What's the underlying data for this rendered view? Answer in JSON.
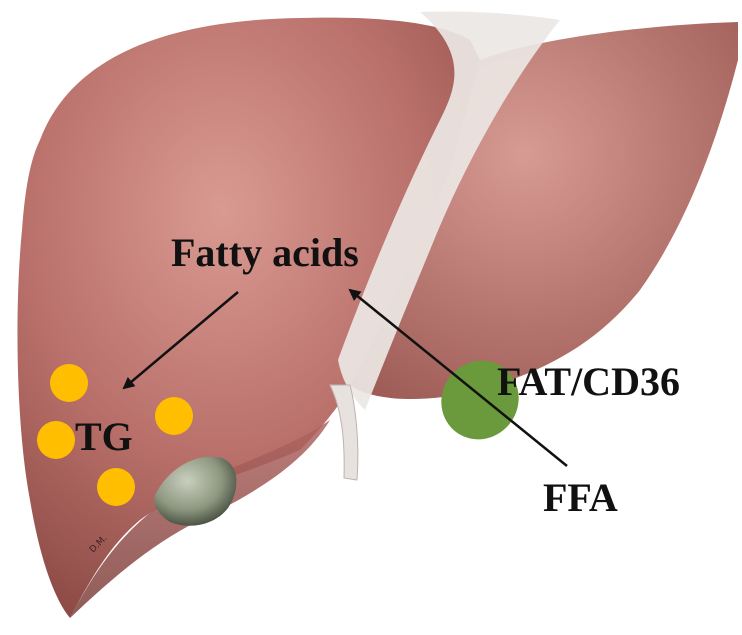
{
  "labels": {
    "fatty_acids": "Fatty acids",
    "tg": "TG",
    "fat_cd36": "FAT/CD36",
    "ffa": "FFA",
    "signature": "D.M."
  },
  "colors": {
    "liver": "#b86e68",
    "liver_shadow": "#8f4a46",
    "ligament": "#e9e4e2",
    "gallbladder": "#7f8a73",
    "fat_droplet": "#ffbf00",
    "transporter": "#6b9a3c",
    "arrow": "#111111"
  },
  "icons": {
    "fat_droplet": "circle",
    "transporter": "ellipse",
    "arrow": "arrow-line"
  }
}
